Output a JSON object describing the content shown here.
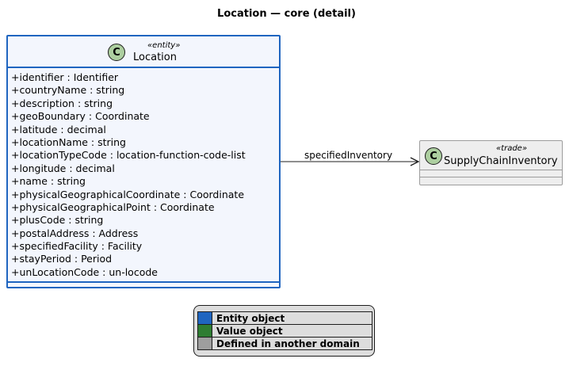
{
  "title": "Location — core (detail)",
  "location_class": {
    "circle_letter": "C",
    "stereotype": "«entity»",
    "name": "Location",
    "attributes": [
      "+identifier : Identifier",
      "+countryName : string",
      "+description : string",
      "+geoBoundary : Coordinate",
      "+latitude : decimal",
      "+locationName : string",
      "+locationTypeCode : location-function-code-list",
      "+longitude : decimal",
      "+name : string",
      "+physicalGeographicalCoordinate : Coordinate",
      "+physicalGeographicalPoint : Coordinate",
      "+plusCode : string",
      "+postalAddress : Address",
      "+specifiedFacility : Facility",
      "+stayPeriod : Period",
      "+unLocationCode : un-locode"
    ]
  },
  "inventory_class": {
    "circle_letter": "C",
    "stereotype": "«trade»",
    "name": "SupplyChainInventory"
  },
  "association": {
    "label": "specifiedInventory"
  },
  "legend": [
    {
      "label": "Entity object",
      "color": "#1f65c0"
    },
    {
      "label": "Value object",
      "color": "#2e7d32"
    },
    {
      "label": "Defined in another domain",
      "color": "#9e9e9e"
    }
  ]
}
